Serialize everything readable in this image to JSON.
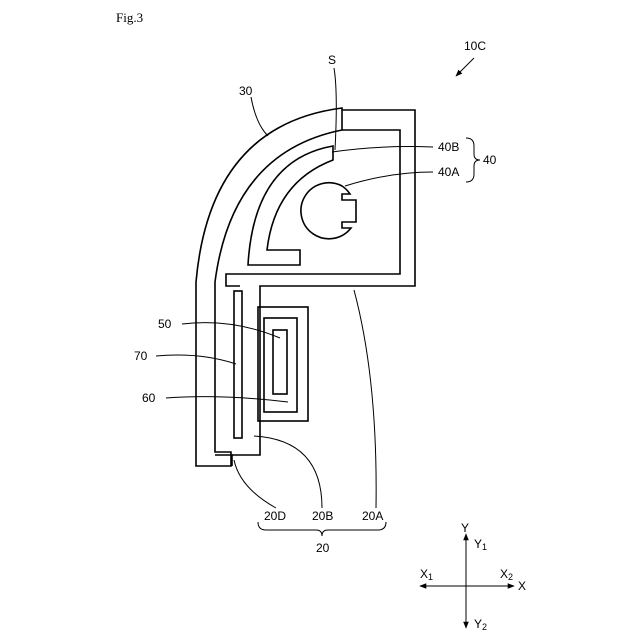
{
  "figure": {
    "title": "Fig.3",
    "assembly_label": "10C"
  },
  "labels": {
    "s": "S",
    "l30": "30",
    "l40B": "40B",
    "l40A": "40A",
    "l40": "40",
    "l50": "50",
    "l70": "70",
    "l60": "60",
    "l20D": "20D",
    "l20B": "20B",
    "l20A": "20A",
    "l20": "20"
  },
  "axes": {
    "y": "Y",
    "y1": "Y",
    "y1_sub": "1",
    "y2": "Y",
    "y2_sub": "2",
    "x": "X",
    "x1": "X",
    "x1_sub": "1",
    "x2": "X",
    "x2_sub": "2"
  }
}
